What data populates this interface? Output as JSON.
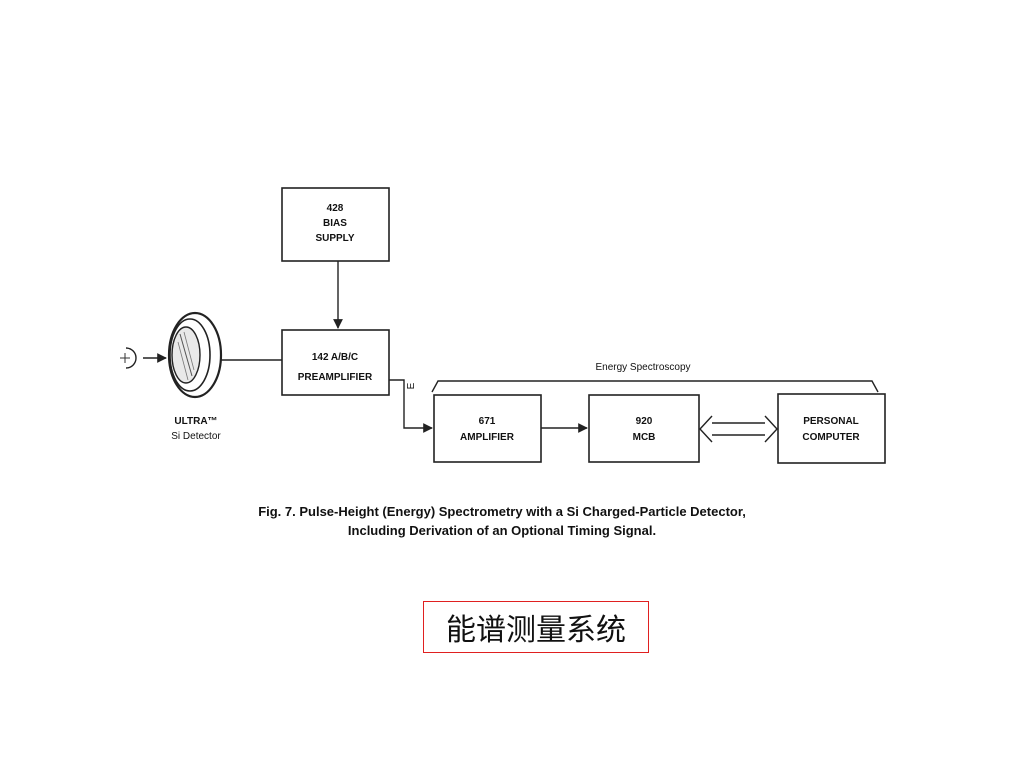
{
  "diagram": {
    "bias_supply": {
      "line1": "428",
      "line2": "BIAS",
      "line3": "SUPPLY"
    },
    "preamplifier": {
      "line1": "142 A/B/C",
      "line2": "PREAMPLIFIER"
    },
    "amplifier": {
      "line1": "671",
      "line2": "AMPLIFIER"
    },
    "mcb": {
      "line1": "920",
      "line2": "MCB"
    },
    "computer": {
      "line1": "PERSONAL",
      "line2": "COMPUTER"
    },
    "detector": {
      "line1": "ULTRA™",
      "line2": "Si Detector"
    },
    "preamp_output_label": "E",
    "span_label": "Energy  Spectroscopy",
    "caption": {
      "line1": "Fig. 7.  Pulse-Height (Energy) Spectrometry with a Si Charged-Particle Detector,",
      "line2": "Including Derivation of an Optional Timing Signal."
    }
  },
  "subtitle": "能谱测量系统",
  "colors": {
    "subtitle_border": "#e02020",
    "ink": "#222222"
  }
}
